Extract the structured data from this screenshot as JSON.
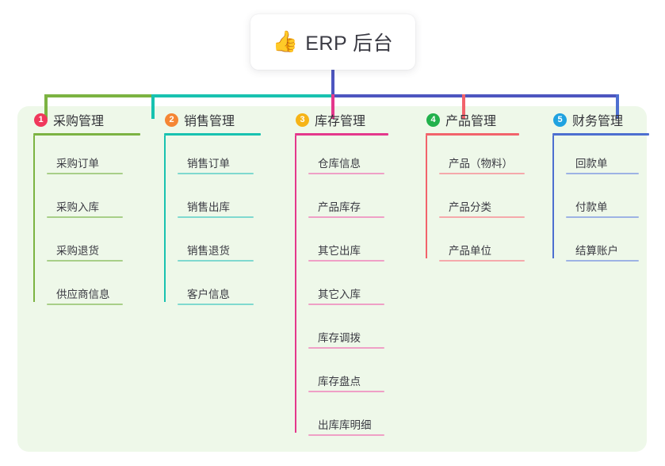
{
  "root": {
    "icon": "thumbs-up-icon",
    "emoji": "👍",
    "title": "ERP 后台"
  },
  "palette": {
    "panel_bg": "#eef8e9",
    "page_bg": "#ffffff",
    "title_text": "#3b3b44",
    "trunk": "#4d56c0"
  },
  "columns": [
    {
      "badge": "1",
      "badge_color": "#f0385c",
      "title": "采购管理",
      "line_color": "#7cb342",
      "item_line_color": "#a8cf88",
      "connector_color": "#7cb342",
      "items": [
        {
          "label": "采购订单"
        },
        {
          "label": "采购入库"
        },
        {
          "label": "采购退货"
        },
        {
          "label": "供应商信息"
        }
      ]
    },
    {
      "badge": "2",
      "badge_color": "#f58634",
      "title": "销售管理",
      "line_color": "#18c2b0",
      "item_line_color": "#7fd9cf",
      "connector_color": "#18c2b0",
      "items": [
        {
          "label": "销售订单"
        },
        {
          "label": "销售出库"
        },
        {
          "label": "销售退货"
        },
        {
          "label": "客户信息"
        }
      ]
    },
    {
      "badge": "3",
      "badge_color": "#f6b417",
      "title": "库存管理",
      "line_color": "#e4388c",
      "item_line_color": "#efa0c6",
      "connector_color": "#e4388c",
      "items": [
        {
          "label": "仓库信息"
        },
        {
          "label": "产品库存"
        },
        {
          "label": "其它出库"
        },
        {
          "label": "其它入库"
        },
        {
          "label": "库存调拨"
        },
        {
          "label": "库存盘点"
        },
        {
          "label": "出库库明细"
        }
      ]
    },
    {
      "badge": "4",
      "badge_color": "#22b14c",
      "title": "产品管理",
      "line_color": "#f2636b",
      "item_line_color": "#f5a9ab",
      "connector_color": "#f2636b",
      "items": [
        {
          "label": "产品（物料）"
        },
        {
          "label": "产品分类"
        },
        {
          "label": "产品单位"
        }
      ]
    },
    {
      "badge": "5",
      "badge_color": "#1fa2e0",
      "title": "财务管理",
      "line_color": "#4d6fd0",
      "item_line_color": "#9db3e4",
      "connector_color": "#4d6fd0",
      "items": [
        {
          "label": "回款单"
        },
        {
          "label": "付款单"
        },
        {
          "label": "结算账户"
        }
      ]
    }
  ]
}
